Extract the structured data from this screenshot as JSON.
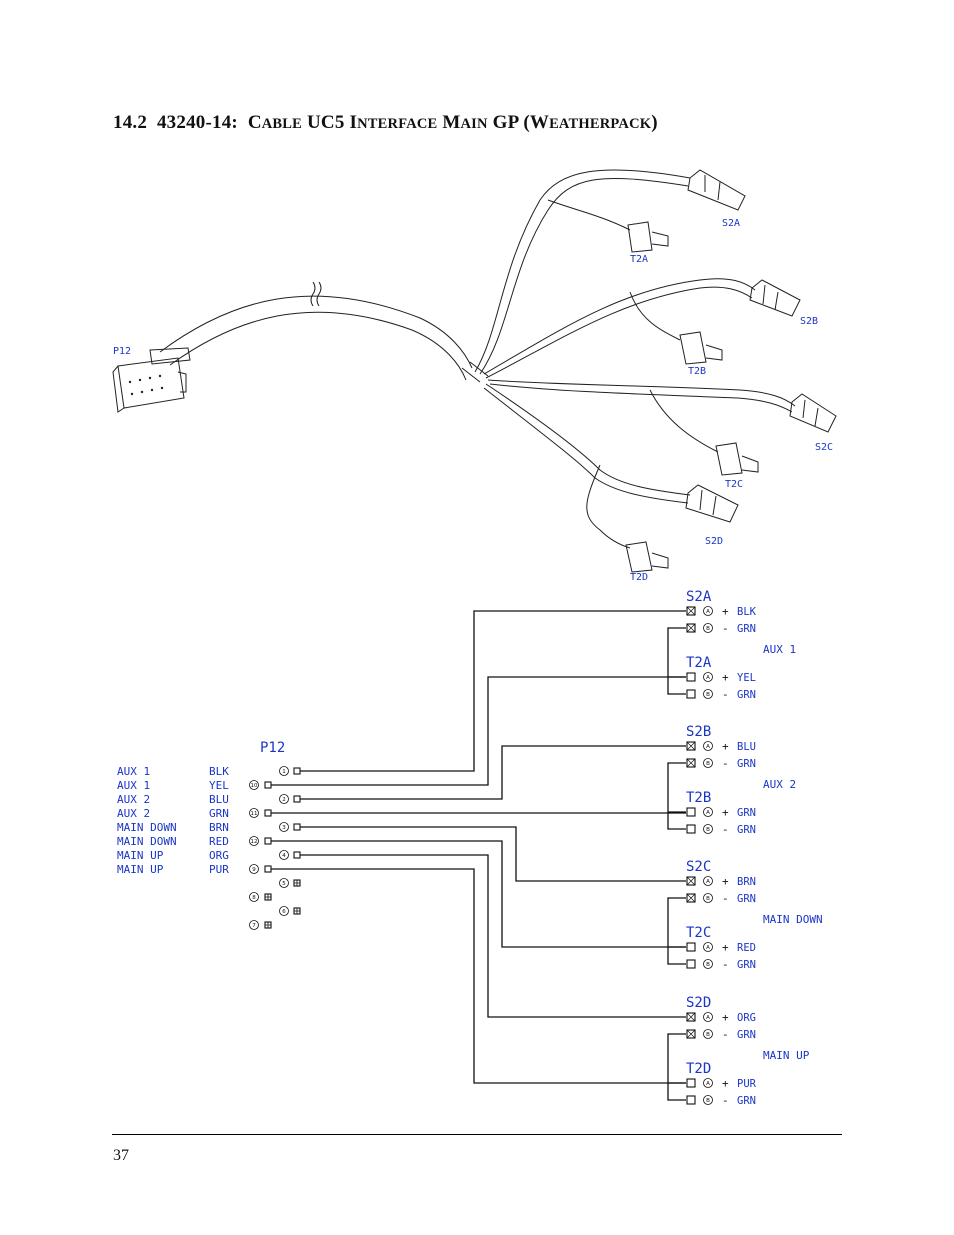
{
  "heading": {
    "number": "14.2",
    "part": "43240-14:",
    "title_parts": [
      "C",
      "ABLE",
      " UC5 ",
      "I",
      "NTERFACE",
      " M",
      "AIN",
      " GP (",
      "W",
      "EATHERPACK",
      ")"
    ]
  },
  "pictorial_labels": {
    "p12": "P12",
    "s2a": "S2A",
    "t2a": "T2A",
    "s2b": "S2B",
    "t2b": "T2B",
    "s2c": "S2C",
    "t2c": "T2C",
    "s2d": "S2D",
    "t2d": "T2D"
  },
  "schematic": {
    "p12_title": "P12",
    "p12_rows": [
      {
        "function": "AUX 1",
        "color": "BLK",
        "pin": "1"
      },
      {
        "function": "AUX 1",
        "color": "YEL",
        "pin": "10"
      },
      {
        "function": "AUX 2",
        "color": "BLU",
        "pin": "2"
      },
      {
        "function": "AUX 2",
        "color": "GRN",
        "pin": "11"
      },
      {
        "function": "MAIN DOWN",
        "color": "BRN",
        "pin": "3"
      },
      {
        "function": "MAIN DOWN",
        "color": "RED",
        "pin": "12"
      },
      {
        "function": "MAIN UP",
        "color": "ORG",
        "pin": "4"
      },
      {
        "function": "MAIN UP",
        "color": "PUR",
        "pin": "9"
      }
    ],
    "unused_pins": [
      "5",
      "8",
      "6",
      "7"
    ],
    "groups": [
      {
        "function": "AUX 1",
        "s": {
          "name": "S2A",
          "pins": [
            {
              "pin": "A",
              "sign": "+",
              "color": "BLK"
            },
            {
              "pin": "B",
              "sign": "-",
              "color": "GRN"
            }
          ]
        },
        "t": {
          "name": "T2A",
          "pins": [
            {
              "pin": "A",
              "sign": "+",
              "color": "YEL"
            },
            {
              "pin": "B",
              "sign": "-",
              "color": "GRN"
            }
          ]
        }
      },
      {
        "function": "AUX 2",
        "s": {
          "name": "S2B",
          "pins": [
            {
              "pin": "A",
              "sign": "+",
              "color": "BLU"
            },
            {
              "pin": "B",
              "sign": "-",
              "color": "GRN"
            }
          ]
        },
        "t": {
          "name": "T2B",
          "pins": [
            {
              "pin": "A",
              "sign": "+",
              "color": "GRN"
            },
            {
              "pin": "B",
              "sign": "-",
              "color": "GRN"
            }
          ]
        }
      },
      {
        "function": "MAIN DOWN",
        "s": {
          "name": "S2C",
          "pins": [
            {
              "pin": "A",
              "sign": "+",
              "color": "BRN"
            },
            {
              "pin": "B",
              "sign": "-",
              "color": "GRN"
            }
          ]
        },
        "t": {
          "name": "T2C",
          "pins": [
            {
              "pin": "A",
              "sign": "+",
              "color": "RED"
            },
            {
              "pin": "B",
              "sign": "-",
              "color": "GRN"
            }
          ]
        }
      },
      {
        "function": "MAIN UP",
        "s": {
          "name": "S2D",
          "pins": [
            {
              "pin": "A",
              "sign": "+",
              "color": "ORG"
            },
            {
              "pin": "B",
              "sign": "-",
              "color": "GRN"
            }
          ]
        },
        "t": {
          "name": "T2D",
          "pins": [
            {
              "pin": "A",
              "sign": "+",
              "color": "PUR"
            },
            {
              "pin": "B",
              "sign": "-",
              "color": "GRN"
            }
          ]
        }
      }
    ]
  },
  "footer": {
    "page_number": "37"
  },
  "colors": {
    "label_blue": "#1a35c8",
    "ink": "#111111"
  }
}
